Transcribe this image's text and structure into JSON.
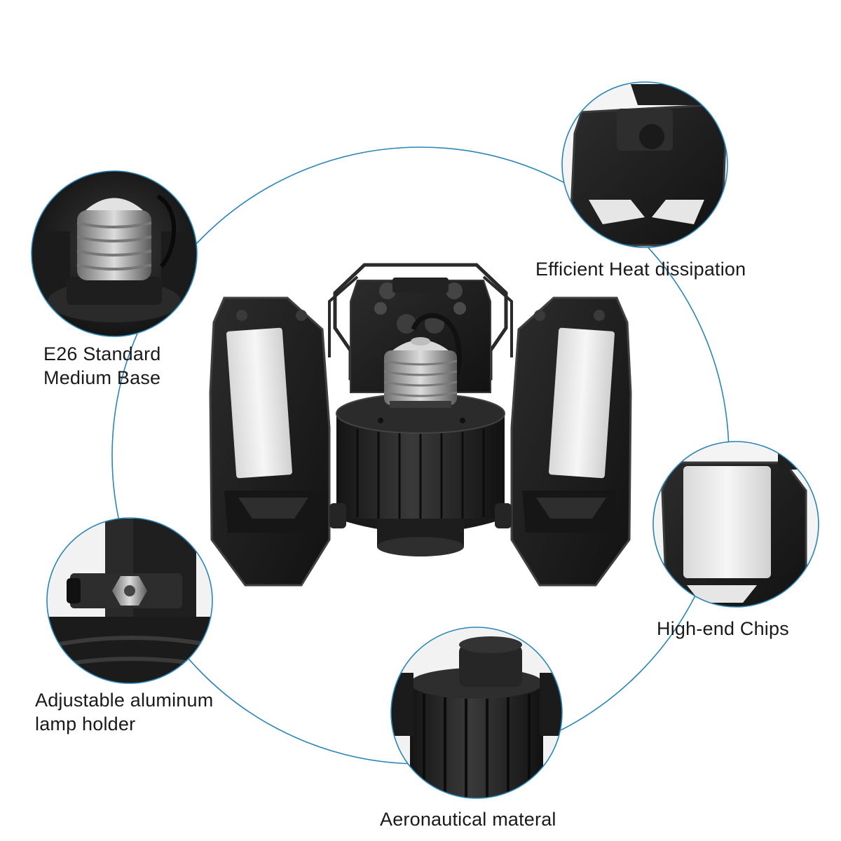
{
  "features": {
    "base_line1": "E26 Standard",
    "base_line2": "Medium Base",
    "heat": "Efficient Heat dissipation",
    "chips": "High-end Chips",
    "holder_line1": "Adjustable aluminum",
    "holder_line2": "lamp holder",
    "material": "Aeronautical materal"
  },
  "colors": {
    "ring": "#2a86b8",
    "lamp_body": "#1c1c1c",
    "lamp_edge": "#3a3a3a",
    "led_panel": "#e9e9e9",
    "text": "#1a1a1a"
  }
}
